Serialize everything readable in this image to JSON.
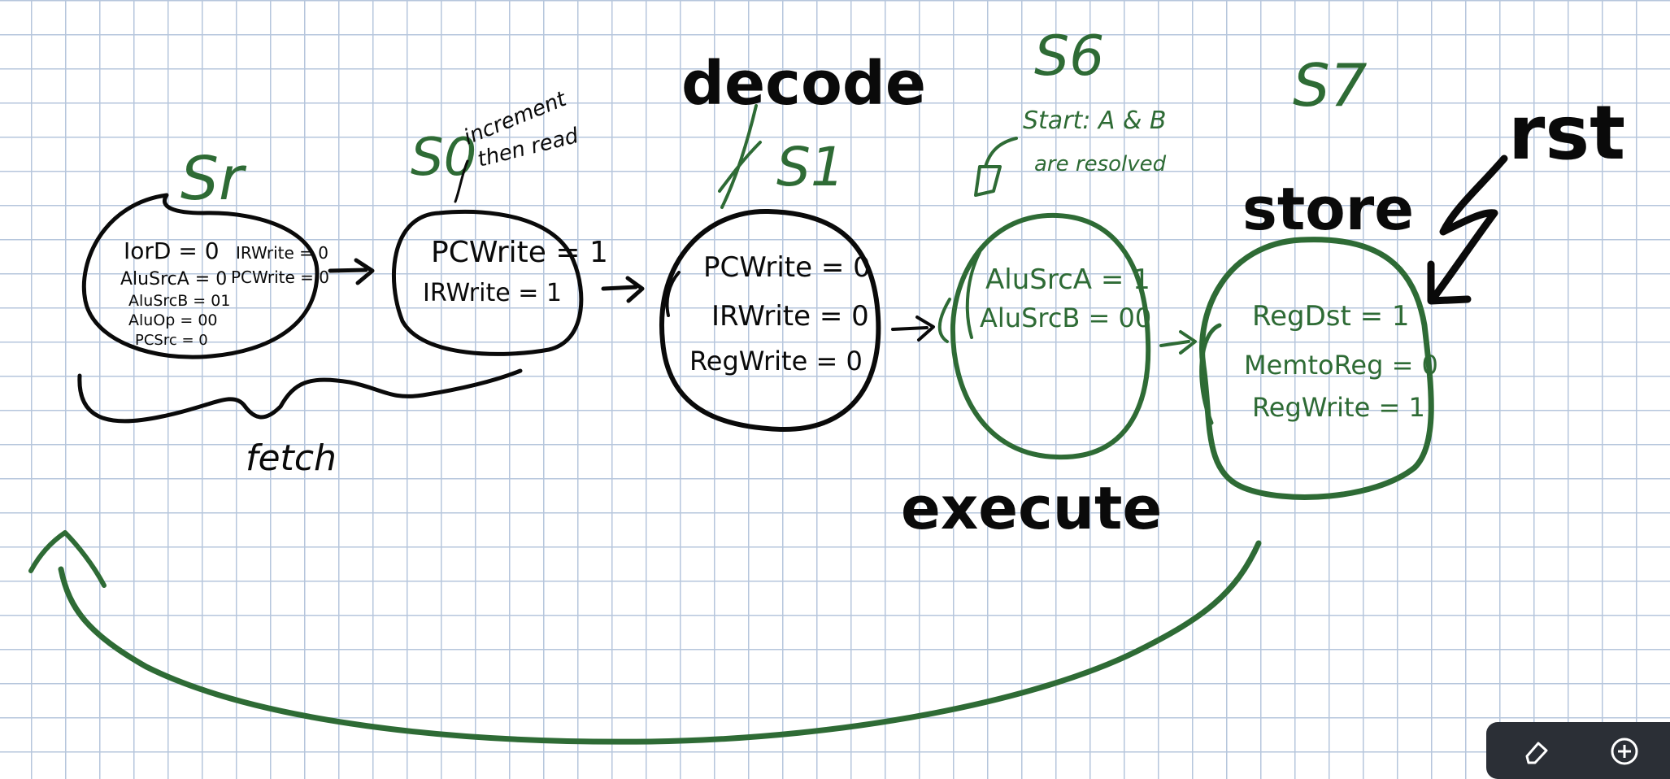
{
  "colors": {
    "ink": "#0a0a0a",
    "green": "#2e6b35",
    "grid": "#b6c6dc",
    "toolbar": "#2b2f36"
  },
  "labels": {
    "sr": "Sr",
    "s0": "S0",
    "s0_note_1": "increment",
    "s0_note_2": "then read",
    "decode": "decode",
    "s1": "S1",
    "s6": "S6",
    "s6_note_1": "Start: A & B",
    "s6_note_2": "are resolved",
    "s7": "S7",
    "store": "store",
    "rst": "rst",
    "execute": "execute",
    "fetch": "fetch"
  },
  "states": {
    "sr": {
      "lines": [
        "IorD = 0",
        "AluSrcA = 0",
        "AluSrcB = 01",
        "AluOp = 00",
        "PCSrc = 0"
      ],
      "side_lines": [
        "IRWrite = 0",
        "PCWrite = 0"
      ]
    },
    "s0": {
      "lines": [
        "PCWrite = 1",
        "IRWrite = 1"
      ]
    },
    "s1": {
      "lines": [
        "PCWrite = 0",
        "IRWrite = 0",
        "RegWrite = 0"
      ]
    },
    "s6": {
      "lines": [
        "AluSrcA = 1",
        "AluSrcB = 00"
      ]
    },
    "s7": {
      "lines": [
        "RegDst = 1",
        "MemtoReg = 0",
        "RegWrite = 1"
      ]
    }
  },
  "toolbar": {
    "icons": [
      "eraser-icon",
      "add-icon"
    ]
  }
}
